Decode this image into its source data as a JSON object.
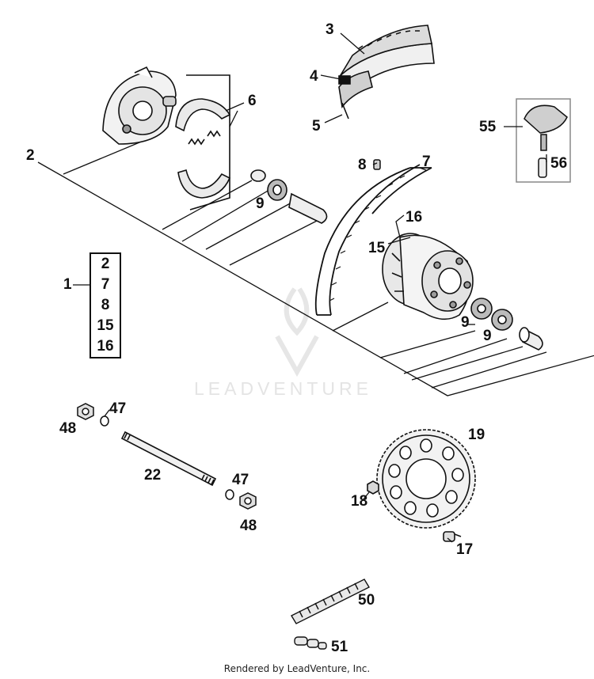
{
  "callouts": {
    "c1": "1",
    "c2": "2",
    "c3": "3",
    "c4": "4",
    "c5": "5",
    "c6": "6",
    "c7": "7",
    "c8": "8",
    "c9a": "9",
    "c9b": "9",
    "c9c": "9",
    "c15": "15",
    "c16": "16",
    "c17": "17",
    "c18": "18",
    "c19": "19",
    "c22": "22",
    "c47a": "47",
    "c47b": "47",
    "c48a": "48",
    "c48b": "48",
    "c50": "50",
    "c51": "51",
    "c55": "55",
    "c56": "56"
  },
  "kit_box": {
    "items": [
      "2",
      "7",
      "8",
      "15",
      "16"
    ]
  },
  "watermark": "LEADVENTURE",
  "footer": "Rendered by LeadVenture, Inc.",
  "colors": {
    "line": "#111111",
    "part_fill": "#f2f2f2",
    "part_shade": "#9a9a9a",
    "watermark": "#e4e4e4"
  },
  "icons": {
    "brake_plate": "brake-plate-icon",
    "brake_shoes": "brake-shoes-icon",
    "tire": "tire-icon",
    "rim": "rim-icon",
    "hub": "hub-icon",
    "axle": "axle-icon",
    "sprocket": "sprocket-icon",
    "chain": "chain-icon",
    "valve_cap": "valve-cap-icon",
    "logo": "leadventure-logo-icon"
  }
}
